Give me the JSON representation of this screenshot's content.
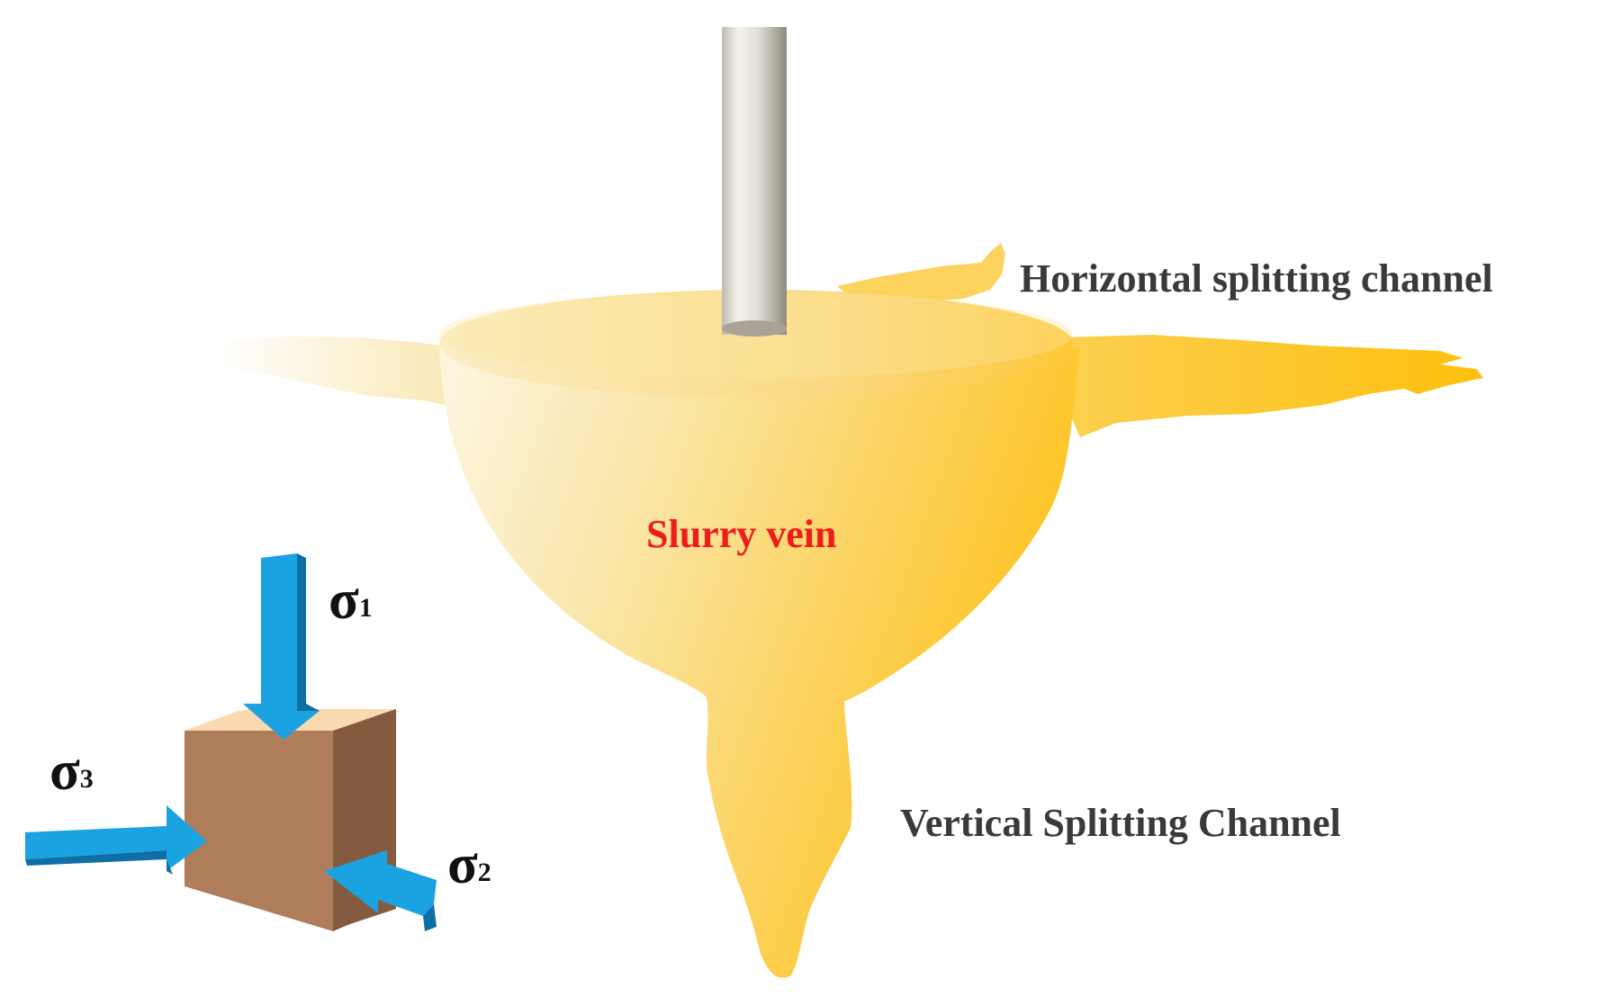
{
  "labels": {
    "horizontal": "Horizontal splitting channel",
    "vertical": "Vertical Splitting Channel",
    "vein": "Slurry vein"
  },
  "stresses": [
    {
      "symbol": "σ",
      "index": "1"
    },
    {
      "symbol": "σ",
      "index": "2"
    },
    {
      "symbol": "σ",
      "index": "3"
    }
  ],
  "colors": {
    "slurry_light": "#fbeec4",
    "slurry_dark": "#fdc21b",
    "arrow_blue": "#1aa3e0",
    "arrow_blue_dark": "#0e6fa6",
    "cube_front": "#b07d5a",
    "cube_side": "#855b3f",
    "cube_top": "#fbd9b0",
    "pipe": "#dedbd2",
    "label_red": "#ee1c1c"
  }
}
